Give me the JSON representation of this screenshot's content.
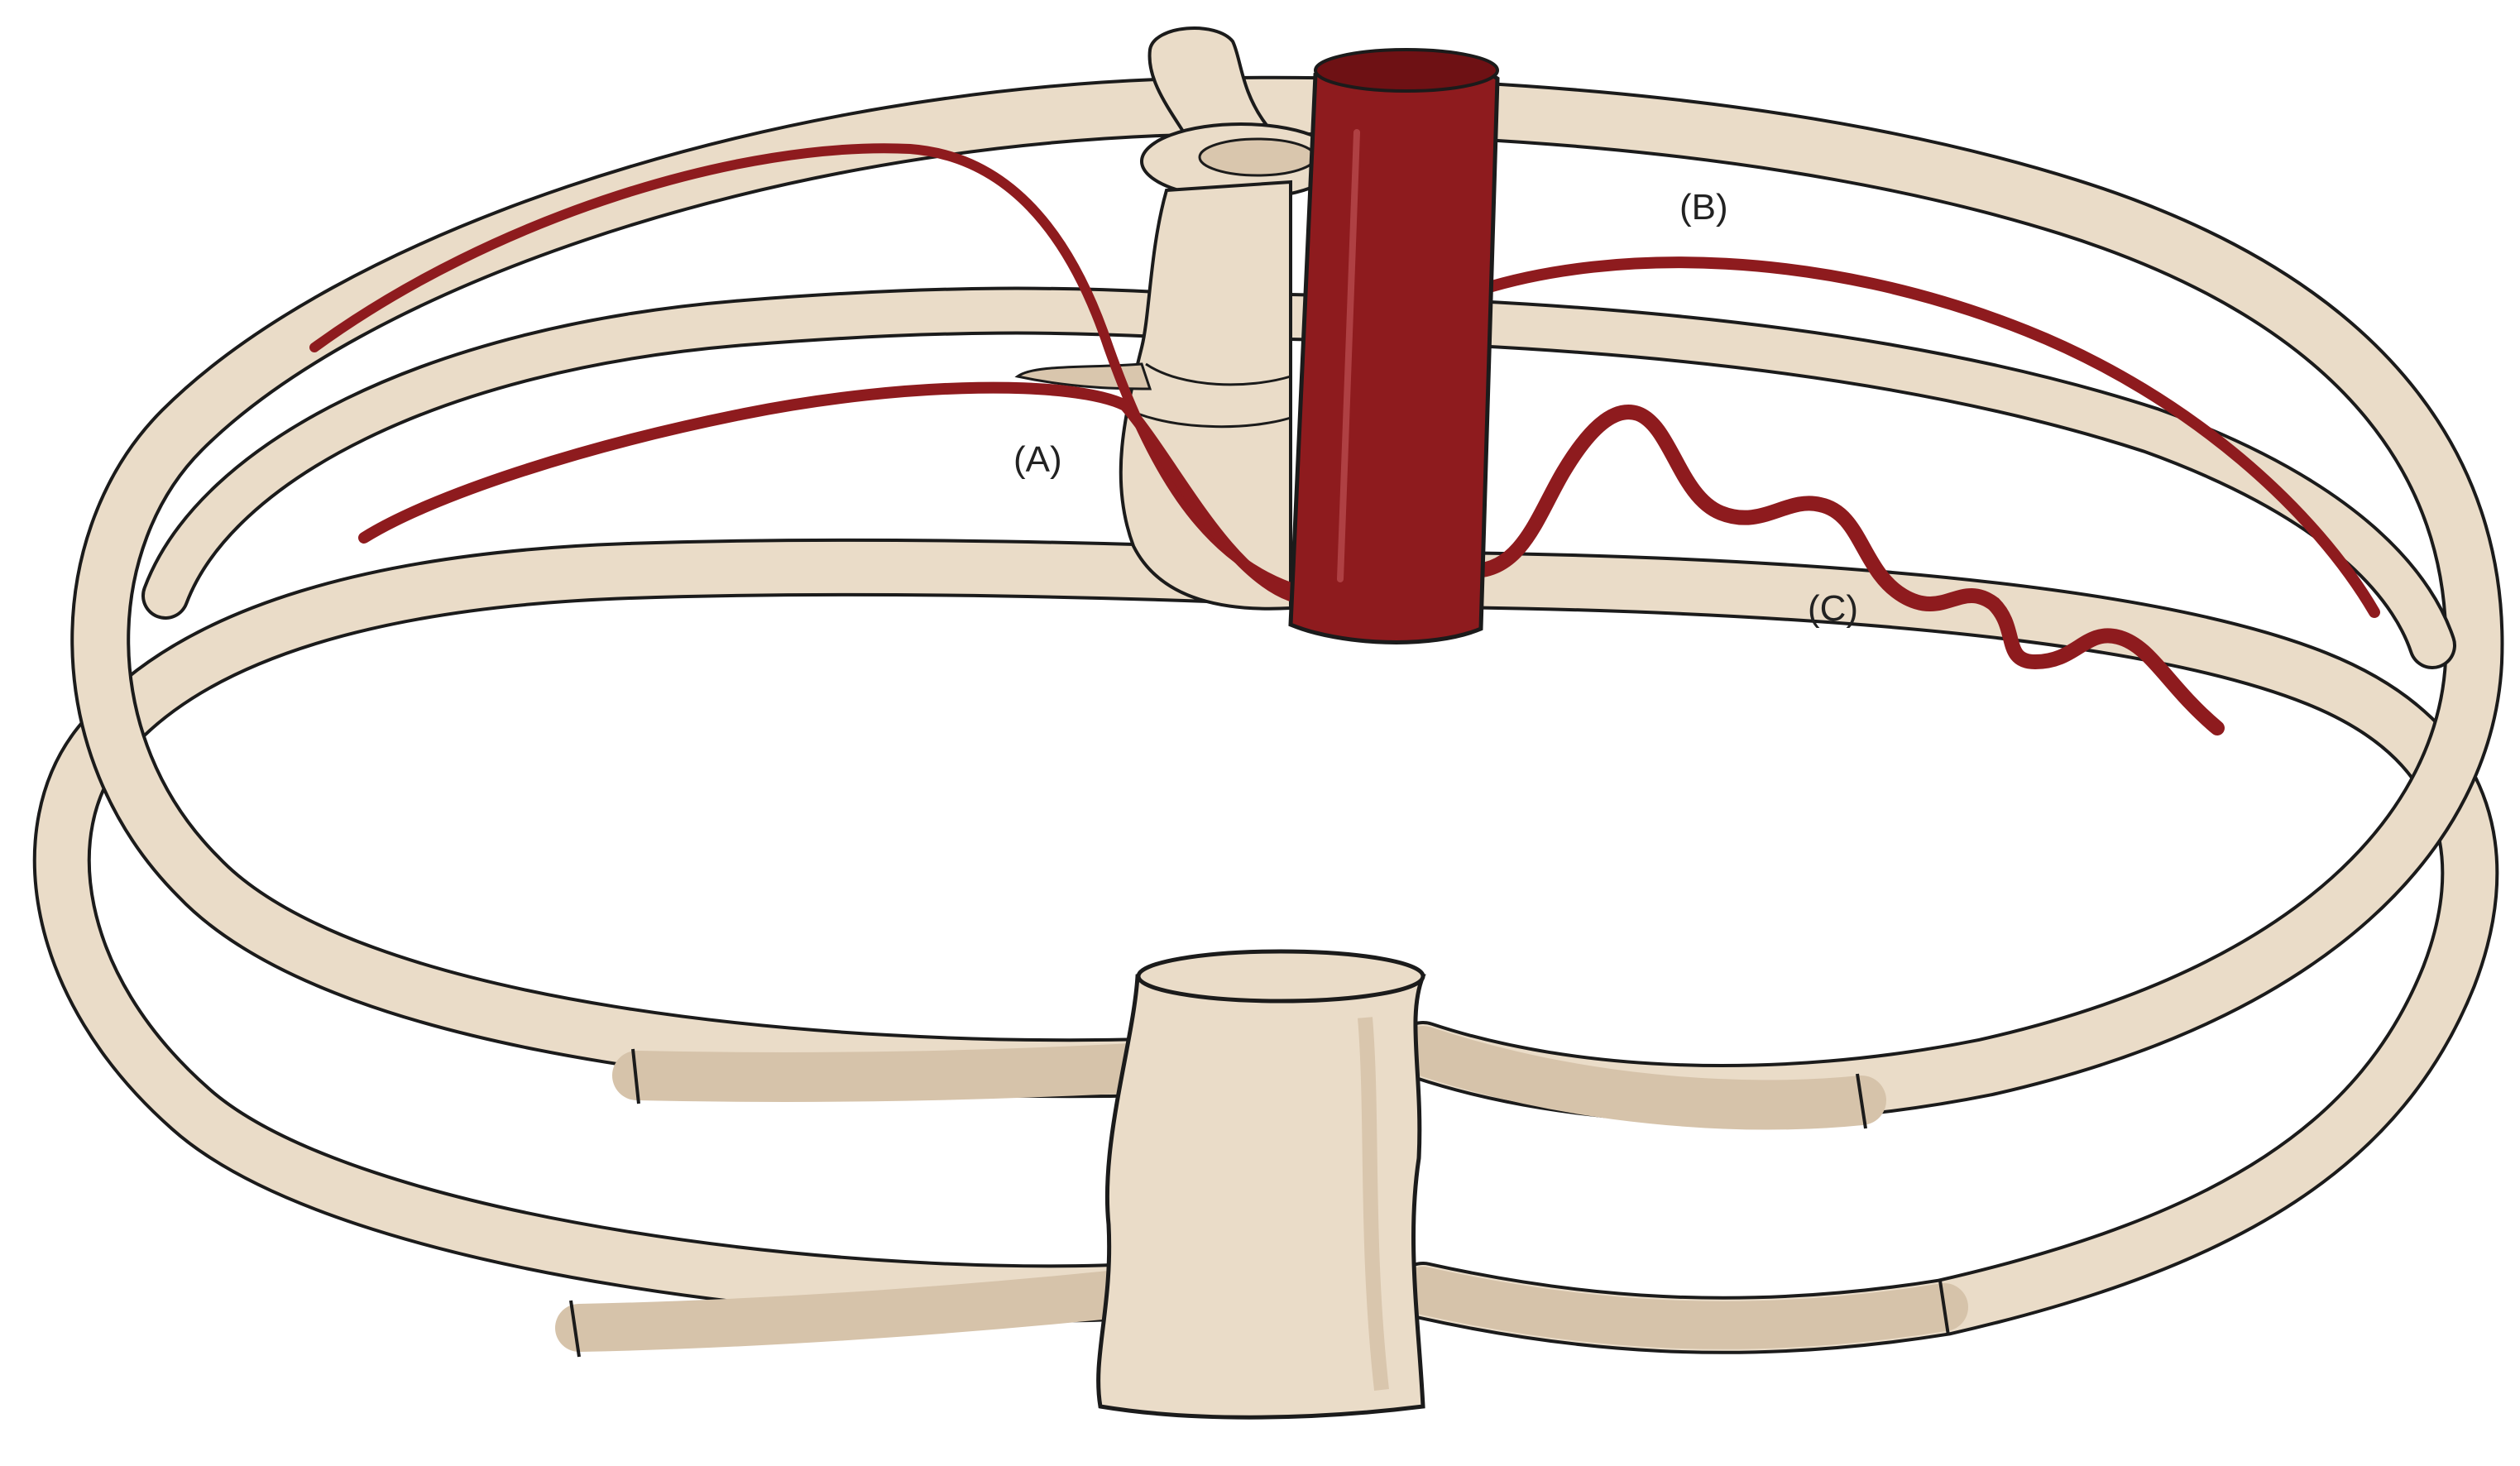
{
  "labels": {
    "a": "(A)",
    "b": "(B)",
    "c": "(C)"
  },
  "colors": {
    "bone": "#eadcc8",
    "bone_shade": "#d9c6ad",
    "cartilage": "#d6c3aa",
    "outline": "#1b1b1b",
    "vessel": "#8e1b1e",
    "vessel_dark": "#6e1114",
    "vessel_highlight": "#c65a5c",
    "label_text": "#222222"
  }
}
